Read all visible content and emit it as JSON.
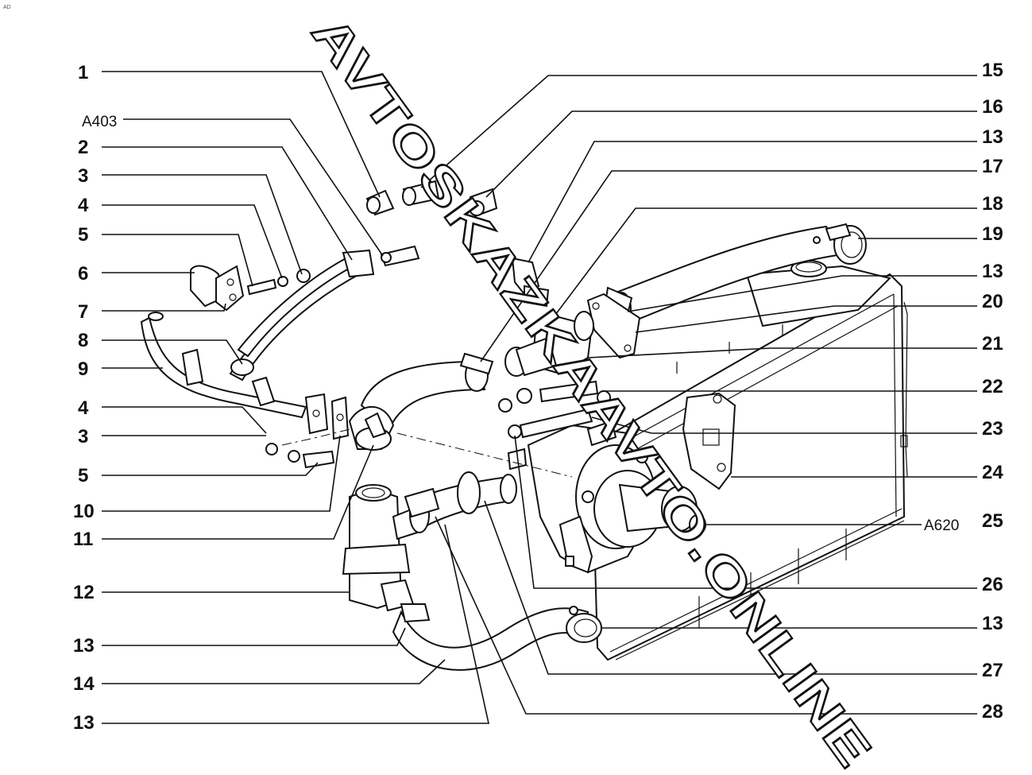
{
  "corner_mark": "AD",
  "watermark": "AVTOSKAZKAAVTO.ONLINE",
  "codes": {
    "left": "A403",
    "right": "A620"
  },
  "left_labels": [
    "1",
    "2",
    "3",
    "4",
    "5",
    "6",
    "7",
    "8",
    "9",
    "4",
    "3",
    "5",
    "10",
    "11",
    "12",
    "13",
    "14",
    "13"
  ],
  "right_labels": [
    "15",
    "16",
    "13",
    "17",
    "18",
    "19",
    "13",
    "20",
    "21",
    "22",
    "23",
    "24",
    "25",
    "26",
    "13",
    "27",
    "28"
  ]
}
